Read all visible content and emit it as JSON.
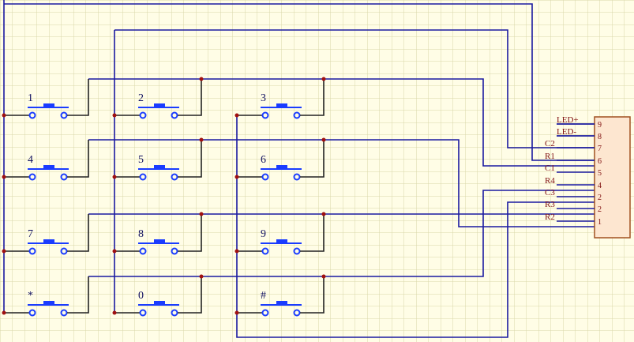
{
  "keys": [
    "1",
    "2",
    "3",
    "4",
    "5",
    "6",
    "7",
    "8",
    "9",
    "*",
    "0",
    "#"
  ],
  "connector": {
    "pins": [
      {
        "num": "9",
        "label": "LED+"
      },
      {
        "num": "8",
        "label": "LED-"
      },
      {
        "num": "7",
        "label": "C2"
      },
      {
        "num": "6",
        "label": "R1"
      },
      {
        "num": "5",
        "label": "C1"
      },
      {
        "num": "4",
        "label": "R4"
      },
      {
        "num": "2",
        "label": "C3"
      },
      {
        "num": "2",
        "label": "R3"
      },
      {
        "num": "1",
        "label": "R2"
      }
    ]
  },
  "colors": {
    "background": "#fffde6",
    "grid": "#d8d6a8",
    "wire": "#1a1aa0",
    "button": "#1a3cff",
    "junction": "#a01010",
    "connector_fill": "#fde6d0",
    "connector_stroke": "#a05020"
  }
}
